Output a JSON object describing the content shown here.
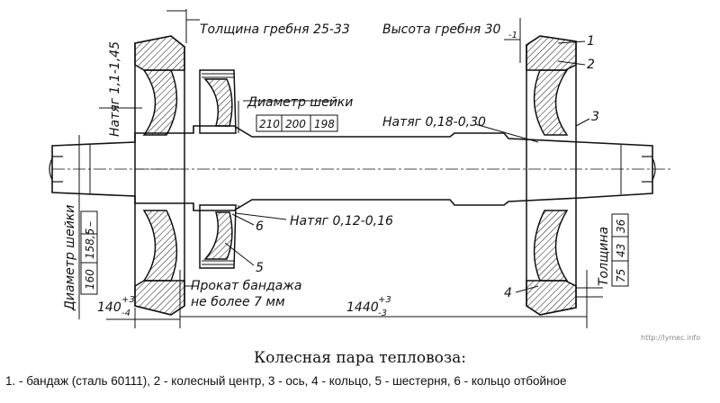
{
  "labels": {
    "flange_thickness": "Толщина гребня 25-33",
    "flange_height": "Высота гребня 30",
    "flange_height_tol": "-1",
    "fit_left": "Натяг 1,1-1,45",
    "journal_diameter_top": "Диаметр шейки",
    "fit_axle": "Натяг 0,18-0,30",
    "fit_ring": "Натяг 0,12-0,16",
    "journal_diameter_left": "Диаметр шейки",
    "tyre_wear_1": "Прокат бандажа",
    "tyre_wear_2": "не более 7 мм",
    "thickness_right": "Толщина",
    "dim_140": "140",
    "dim_140_tol_up": "+3",
    "dim_140_tol_dn": "-4",
    "dim_1440": "1440",
    "dim_1440_tol_up": "+3",
    "dim_1440_tol_dn": "-3",
    "watermark": "http://lymec.info"
  },
  "tables": {
    "journal_top": [
      "210",
      "200",
      "198"
    ],
    "journal_left": [
      "160",
      "158,5",
      "–"
    ],
    "thickness": [
      "75",
      "43",
      "36"
    ]
  },
  "callouts": [
    "1",
    "2",
    "3",
    "4",
    "5",
    "6"
  ],
  "caption": {
    "title": "Колесная пара тепловоза:",
    "legend": "1. - бандаж (сталь 60111), 2 - колесный центр, 3 - ось, 4 - кольцо, 5 - шестерня, 6 - кольцо отбойное"
  }
}
